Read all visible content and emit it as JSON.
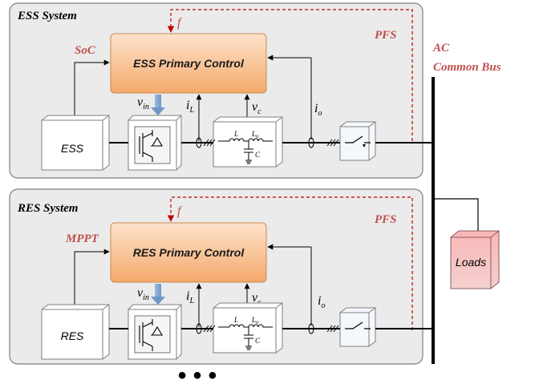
{
  "ess": {
    "title": "ESS System",
    "control_label": "ESS Primary Control",
    "side_label": "SoC",
    "pfs_label": "PFS",
    "f_label": "f",
    "source_label": "ESS"
  },
  "res": {
    "title": "RES System",
    "control_label": "RES Primary Control",
    "side_label": "MPPT",
    "pfs_label": "PFS",
    "f_label": "f",
    "source_label": "RES"
  },
  "bus": {
    "line1": "AC",
    "line2": "Common Bus"
  },
  "loads_label": "Loads",
  "signals": {
    "v": "v",
    "v_in_sub": "in",
    "i": "i",
    "i_L_sub": "L",
    "v_c_sub": "c",
    "i_o_sub": "o"
  },
  "filter": {
    "L": "L",
    "Lo": "L",
    "Lo_sub": "o",
    "C": "C"
  },
  "ellipsis": "• • •"
}
